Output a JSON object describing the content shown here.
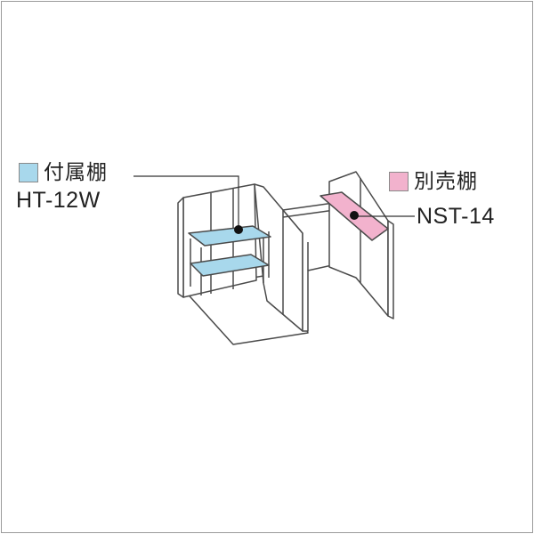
{
  "legend": {
    "included": {
      "label": "付属棚",
      "model": "HT-12W",
      "color": "#a8d8ec"
    },
    "optional": {
      "label": "別売棚",
      "model": "NST-14",
      "color": "#f2b2cd"
    }
  },
  "colors": {
    "outline": "#4a4a4a",
    "panel": "#ffffff",
    "leader": "#333333"
  }
}
